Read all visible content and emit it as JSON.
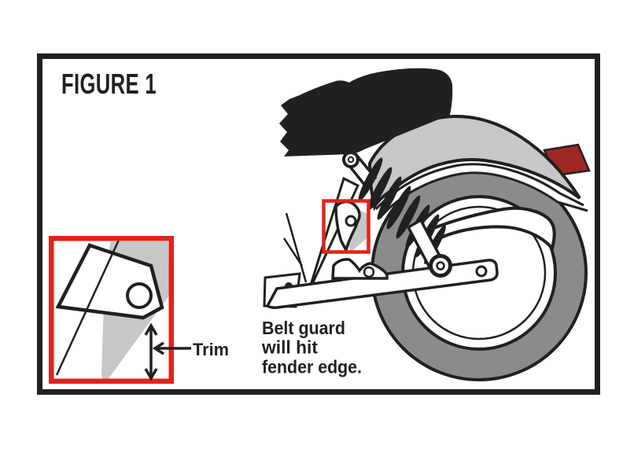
{
  "figure": {
    "title": "FIGURE 1",
    "caption_lines": [
      "Belt guard",
      "will hit",
      "fender edge."
    ],
    "inset_label": "Trim",
    "colors": {
      "ink_black": "#221f1f",
      "tire_gray": "#8a8b8d",
      "fender_gray": "#c6c7c9",
      "highlight_red": "#e2231a",
      "taillight_red": "#9e2723",
      "background": "#ffffff"
    }
  }
}
